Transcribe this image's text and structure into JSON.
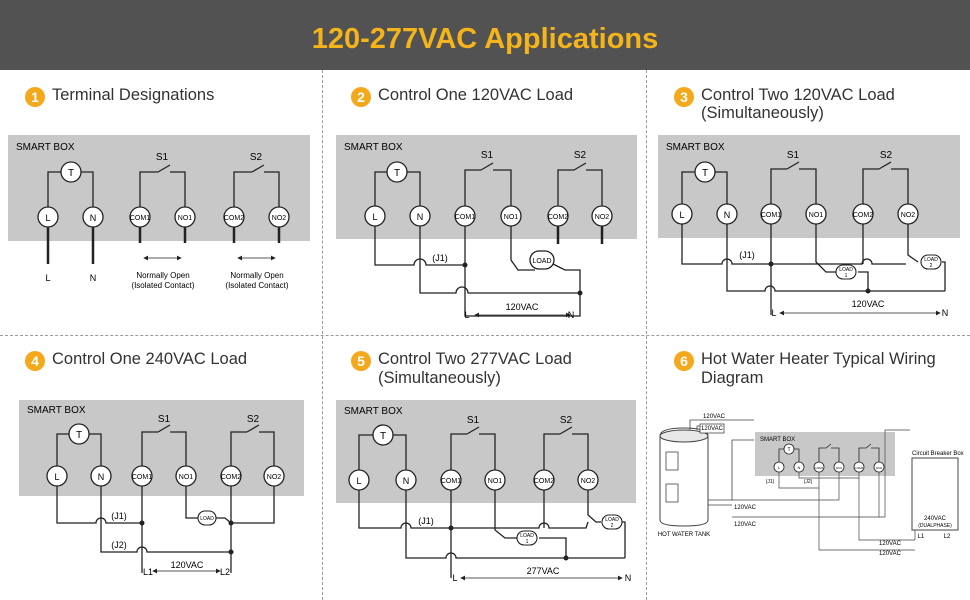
{
  "header": {
    "title": "120-277VAC Applications"
  },
  "panels": [
    {
      "number": "1",
      "title": "Terminal Designations",
      "subtitle": ""
    },
    {
      "number": "2",
      "title": "Control One 120VAC Load",
      "subtitle": ""
    },
    {
      "number": "3",
      "title": "Control Two 120VAC Load",
      "subtitle": "(Simultaneously)"
    },
    {
      "number": "4",
      "title": "Control One 240VAC Load",
      "subtitle": ""
    },
    {
      "number": "5",
      "title": "Control Two 277VAC Load",
      "subtitle": "(Simultaneously)"
    },
    {
      "number": "6",
      "title": "Hot Water Heater Typical Wiring",
      "subtitle": "Diagram"
    }
  ],
  "box_label": "SMART BOX",
  "terminals": [
    "L",
    "N",
    "COM1",
    "NO1",
    "COM2",
    "NO2"
  ],
  "timer_symbol": "T",
  "switches": [
    "S1",
    "S2"
  ],
  "jumpers": [
    "(J1)",
    "(J2)"
  ],
  "load_label": "LOAD",
  "load_numbers": [
    "1",
    "2"
  ],
  "wire_labels": {
    "L": "L",
    "N": "N",
    "L1": "L1",
    "L2": "L2"
  },
  "notes": {
    "normally_open": "Normally Open",
    "isolated": "(Isolated Contact)"
  },
  "voltages": {
    "v120": "120VAC",
    "v277": "277VAC",
    "v240_dual": "240VAC",
    "dual_phase": "(DUALPHASE)"
  },
  "heater": {
    "tank_label": "HOT WATER TANK",
    "breaker_label": "Circuit Breaker Box",
    "wire_120": "120VAC"
  },
  "colors": {
    "header_bg": "#525252",
    "title": "#f4b41a",
    "badge": "#f4a81c",
    "box": "#c8c8c8"
  }
}
